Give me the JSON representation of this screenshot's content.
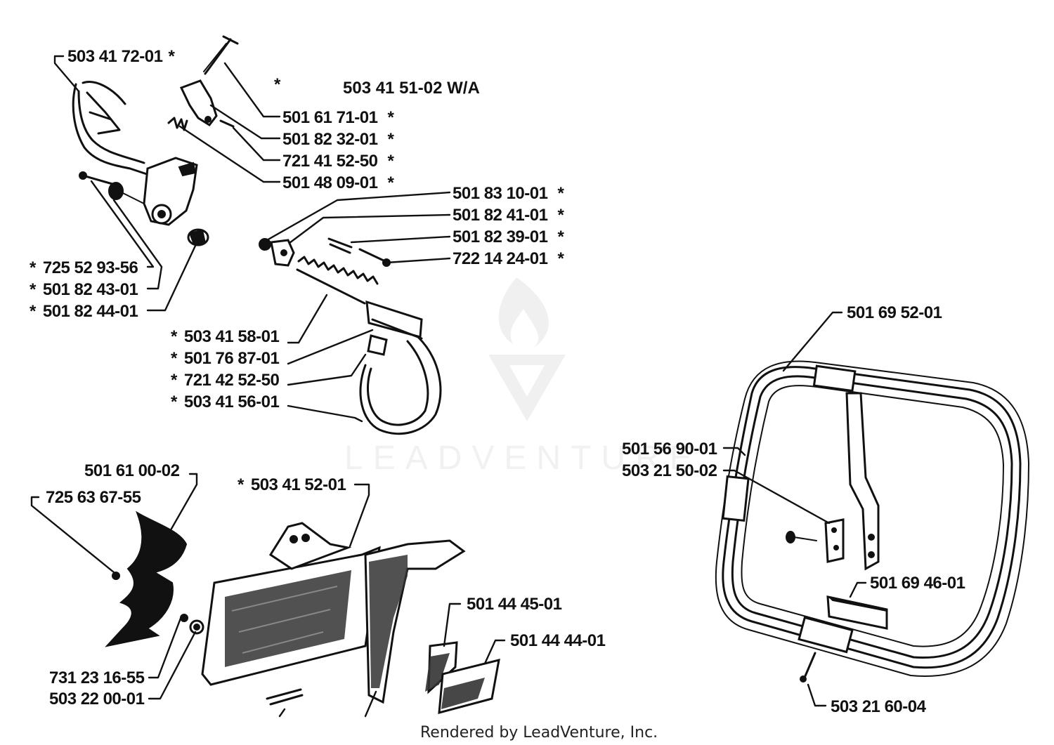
{
  "diagram": {
    "labels": [
      {
        "id": "lbl-1",
        "text": "503 41 72-01",
        "star_after": "*"
      },
      {
        "id": "lbl-2",
        "text": "503 41 51-02  W/A",
        "star_before": "*"
      },
      {
        "id": "lbl-3",
        "text": "501 61 71-01",
        "star_after": "*"
      },
      {
        "id": "lbl-4",
        "text": "501 82 32-01",
        "star_after": "*"
      },
      {
        "id": "lbl-5",
        "text": "721 41 52-50",
        "star_after": "*"
      },
      {
        "id": "lbl-6",
        "text": "501 48 09-01",
        "star_after": "*"
      },
      {
        "id": "lbl-7",
        "text": "501 83 10-01",
        "star_after": "*"
      },
      {
        "id": "lbl-8",
        "text": "501 82 41-01",
        "star_after": "*"
      },
      {
        "id": "lbl-9",
        "text": "501 82 39-01",
        "star_after": "*"
      },
      {
        "id": "lbl-10",
        "text": "722 14 24-01",
        "star_after": "*"
      },
      {
        "id": "lbl-11",
        "text": "725 52 93-56",
        "star_before": "*"
      },
      {
        "id": "lbl-12",
        "text": "501 82 43-01",
        "star_before": "*"
      },
      {
        "id": "lbl-13",
        "text": "501 82 44-01",
        "star_before": "*"
      },
      {
        "id": "lbl-14",
        "text": "503 41 58-01",
        "star_before": "*"
      },
      {
        "id": "lbl-15",
        "text": "501 76 87-01",
        "star_before": "*"
      },
      {
        "id": "lbl-16",
        "text": "721 42 52-50",
        "star_before": "*"
      },
      {
        "id": "lbl-17",
        "text": "503 41 56-01",
        "star_before": "*"
      },
      {
        "id": "lbl-18",
        "text": "501 69 52-01"
      },
      {
        "id": "lbl-19",
        "text": "501 56 90-01"
      },
      {
        "id": "lbl-20",
        "text": "503 21 50-02"
      },
      {
        "id": "lbl-21",
        "text": "501 61 00-02"
      },
      {
        "id": "lbl-22",
        "text": "725 63 67-55"
      },
      {
        "id": "lbl-23",
        "text": "503 41 52-01",
        "star_before": "*"
      },
      {
        "id": "lbl-24",
        "text": "501 44 45-01"
      },
      {
        "id": "lbl-25",
        "text": "501 44 44-01"
      },
      {
        "id": "lbl-26",
        "text": "501 69 46-01"
      },
      {
        "id": "lbl-27",
        "text": "731 23 16-55"
      },
      {
        "id": "lbl-28",
        "text": "503 22 00-01"
      },
      {
        "id": "lbl-29",
        "text": "503 21 60-04"
      }
    ]
  },
  "watermark": {
    "text": "LEADVENTURE"
  },
  "footer": {
    "text": "Rendered by LeadVenture, Inc."
  }
}
